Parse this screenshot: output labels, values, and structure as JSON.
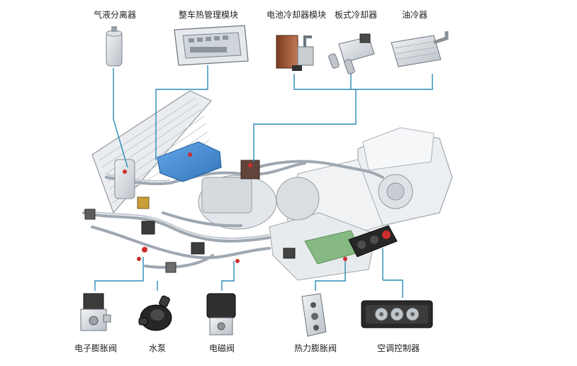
{
  "top_labels": {
    "gas_liquid_separator": "气液分离器",
    "vehicle_thermal_module": "整车热管理模块",
    "battery_chiller_module": "电池冷却器模块",
    "plate_chiller": "板式冷却器",
    "oil_cooler": "油冷器"
  },
  "bottom_labels": {
    "electronic_expansion_valve": "电子膨胀阀",
    "water_pump": "水泵",
    "solenoid_valve": "电磁阀",
    "thermal_expansion_valve": "热力膨胀阀",
    "ac_controller": "空调控制器"
  },
  "colors": {
    "leader_line": "#2a8bb5",
    "thermal_module_blue": "#3a86d6",
    "red_marker": "#cc2222",
    "pipe_gray": "#9aa3ad"
  }
}
